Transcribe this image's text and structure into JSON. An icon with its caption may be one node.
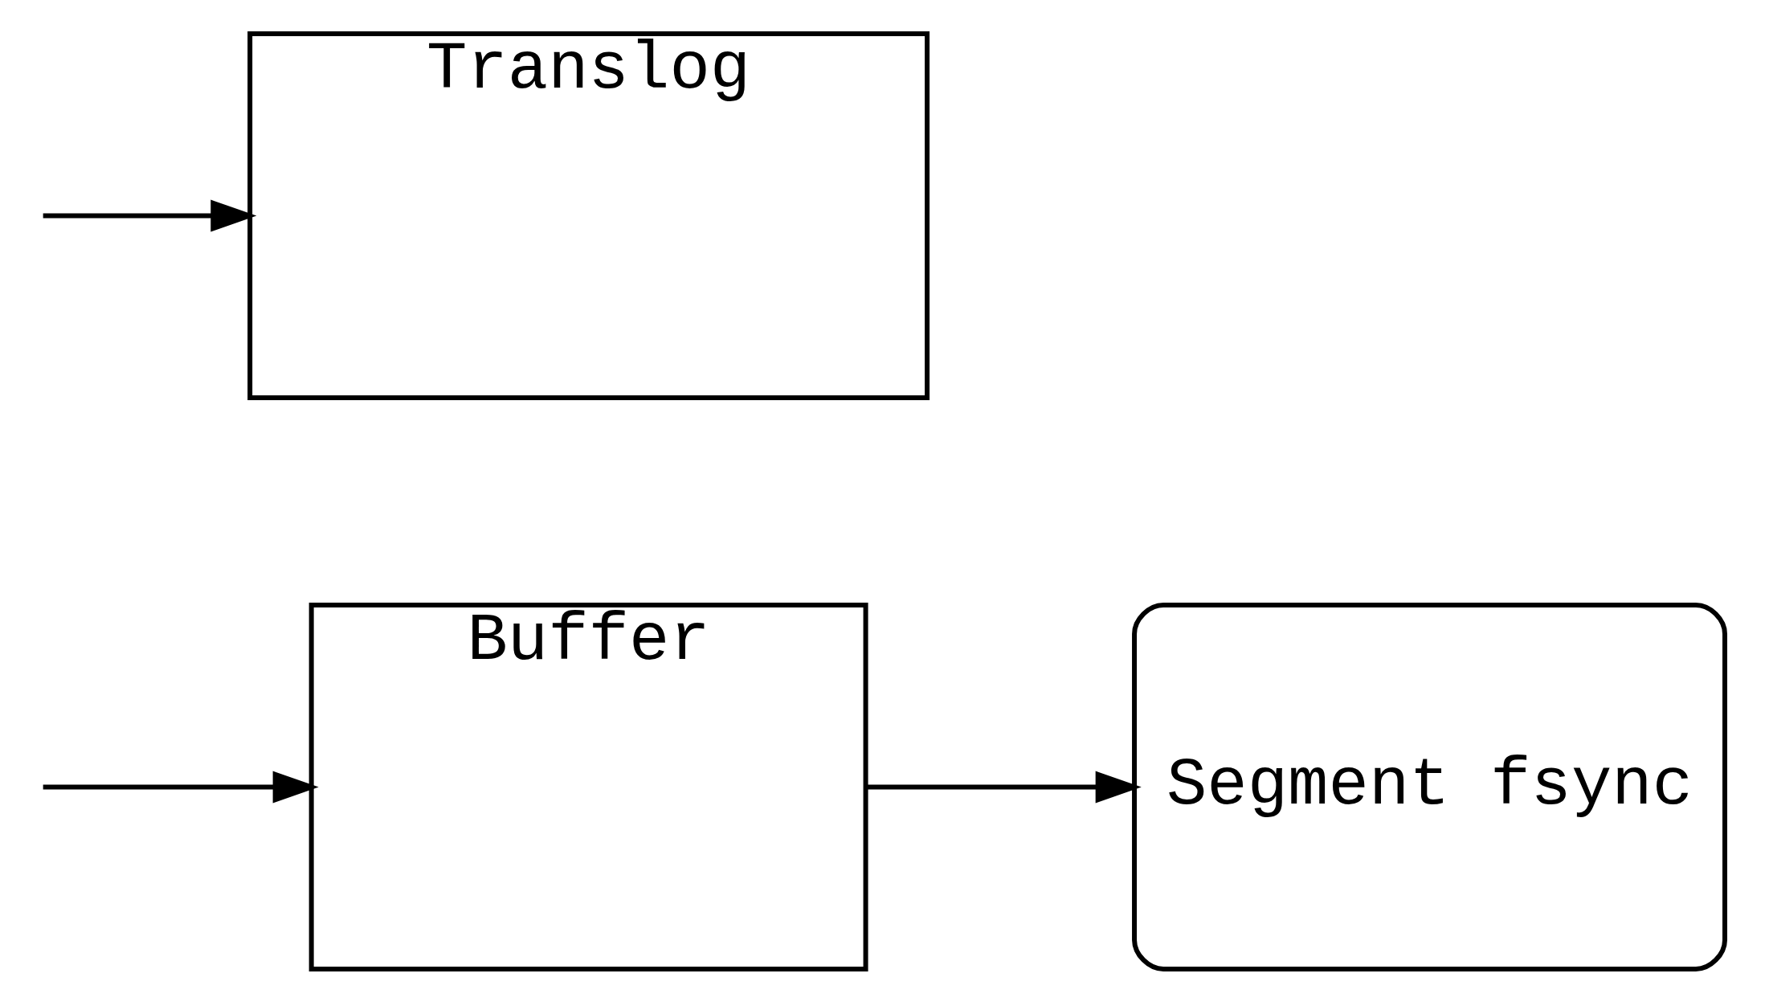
{
  "diagram": {
    "nodes": [
      {
        "text": [
          "Buffer"
        ]
      },
      {
        "text": [
          "Segment fsync"
        ]
      },
      {
        "text": [
          "Translog"
        ]
      }
    ],
    "edges": [
      {
        "from": null,
        "to": 0,
        "arrow": "to"
      },
      {
        "from": 0,
        "to": 1,
        "arrow": "to"
      },
      {
        "from": null,
        "to": 2,
        "arrow": "to"
      }
    ]
  }
}
